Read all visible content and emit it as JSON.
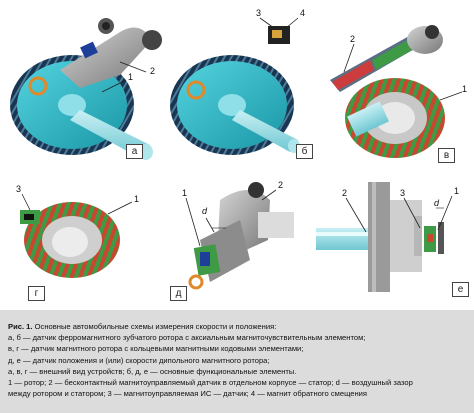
{
  "panels": [
    {
      "letter": "а",
      "callouts": [
        "1",
        "2"
      ]
    },
    {
      "letter": "б",
      "callouts": [
        "3",
        "4"
      ]
    },
    {
      "letter": "в",
      "callouts": [
        "2",
        "1"
      ]
    },
    {
      "letter": "г",
      "callouts": [
        "3",
        "1"
      ]
    },
    {
      "letter": "д",
      "callouts": [
        "1",
        "2",
        "d"
      ]
    },
    {
      "letter": "е",
      "callouts": [
        "2",
        "3",
        "1",
        "d"
      ]
    }
  ],
  "caption": {
    "label": "Рис. 1.",
    "title": " Основные автомобильные схемы измерения скорости и положения:",
    "lines": [
      "а, б — датчик ферромагнитного зубчатого ротора с аксиальным магниточувствительным элементом;",
      "в, г — датчик магнитного ротора с кольцевыми магнитными кодовыми элементами;",
      "д, е — датчик положения и (или) скорости дипольного магнитного ротора;",
      "а, в, г — внешний вид устройств; б, д, е — основные функциональные элементы.",
      "1 — ротор; 2 — бесконтактный магнитоуправляемый датчик в отдельном корпусе — статор; d — воздушный зазор",
      "между ротором и статором; 3 — магнитоуправляемая ИС — датчик; 4 — магнит обратного смещения"
    ]
  },
  "colors": {
    "gear_teal": "#29b3c1",
    "gear_teeth": "#1a3550",
    "ring_red": "#c9472f",
    "ring_green": "#3e9a45",
    "sensor_blue": "#1d3f9a",
    "housing_gray": "#9c9c9c",
    "caption_bg": "#dcdcdc"
  }
}
